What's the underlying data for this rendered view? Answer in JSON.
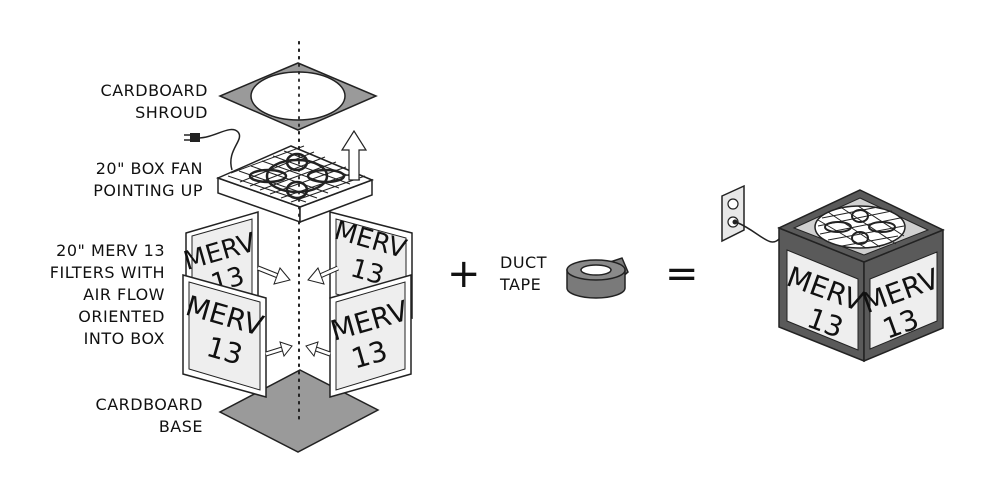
{
  "labels": {
    "shroud": [
      "CARDBOARD",
      "SHROUD"
    ],
    "fan": [
      "20\" BOX FAN",
      "POINTING UP"
    ],
    "filters": [
      "20\" MERV 13",
      "FILTERS WITH",
      "AIR FLOW",
      "ORIENTED",
      "INTO BOX"
    ],
    "base": [
      "CARDBOARD",
      "BASE"
    ],
    "tape": [
      "DUCT",
      "TAPE"
    ]
  },
  "filter_text": [
    "MERV",
    "13"
  ],
  "operators": {
    "plus": "+",
    "equals": "="
  },
  "colors": {
    "gray_fill": "#9a9a9a",
    "dark_gray": "#5a5a5a",
    "panel_light": "#eeeeee",
    "tape_gray": "#7a7a7a"
  }
}
